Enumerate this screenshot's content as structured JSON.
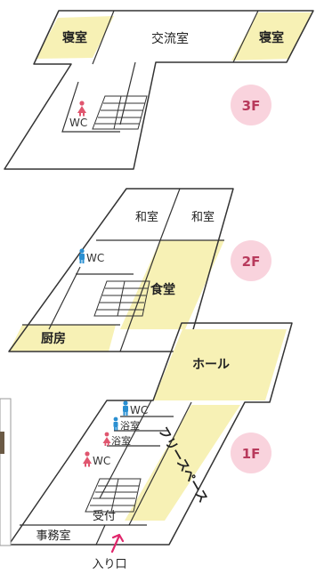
{
  "colors": {
    "line": "#333333",
    "accent_yellow": "#f7f1b5",
    "badge_pink": "#f9d3dd",
    "badge_text": "#b83a5c",
    "wc_blue": "#2a8fd1",
    "wc_red": "#e0566f",
    "arrow": "#e0266b"
  },
  "floors": {
    "f3": {
      "badge": "3F",
      "rooms": {
        "bedroom_left": "寝室",
        "lounge": "交流室",
        "bedroom_right": "寝室",
        "wc": "WC"
      }
    },
    "f2": {
      "badge": "2F",
      "rooms": {
        "washitsu_left": "和室",
        "washitsu_right": "和室",
        "wc": "WC",
        "dining": "食堂",
        "kitchen": "厨房"
      }
    },
    "f1": {
      "badge": "1F",
      "rooms": {
        "hall": "ホール",
        "wc_male": "WC",
        "bath_male": "浴室",
        "bath_female": "浴室",
        "wc_female": "WC",
        "free_space": "フリースペース",
        "reception": "受付",
        "office": "事務室",
        "entrance": "入り口"
      }
    }
  }
}
